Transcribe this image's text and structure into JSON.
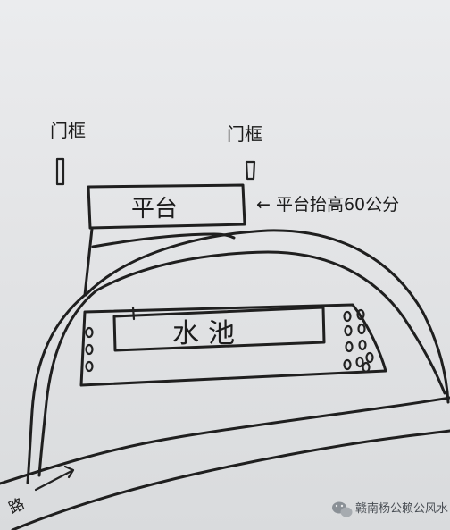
{
  "labels": {
    "door_left": "门框",
    "door_right": "门框",
    "platform": "平台",
    "platform_note": "← 平台抬高60公分",
    "pool": "水池",
    "road": "路"
  },
  "watermark": {
    "text": "赣南杨公赖公风水",
    "icon": "wechat-icon"
  }
}
